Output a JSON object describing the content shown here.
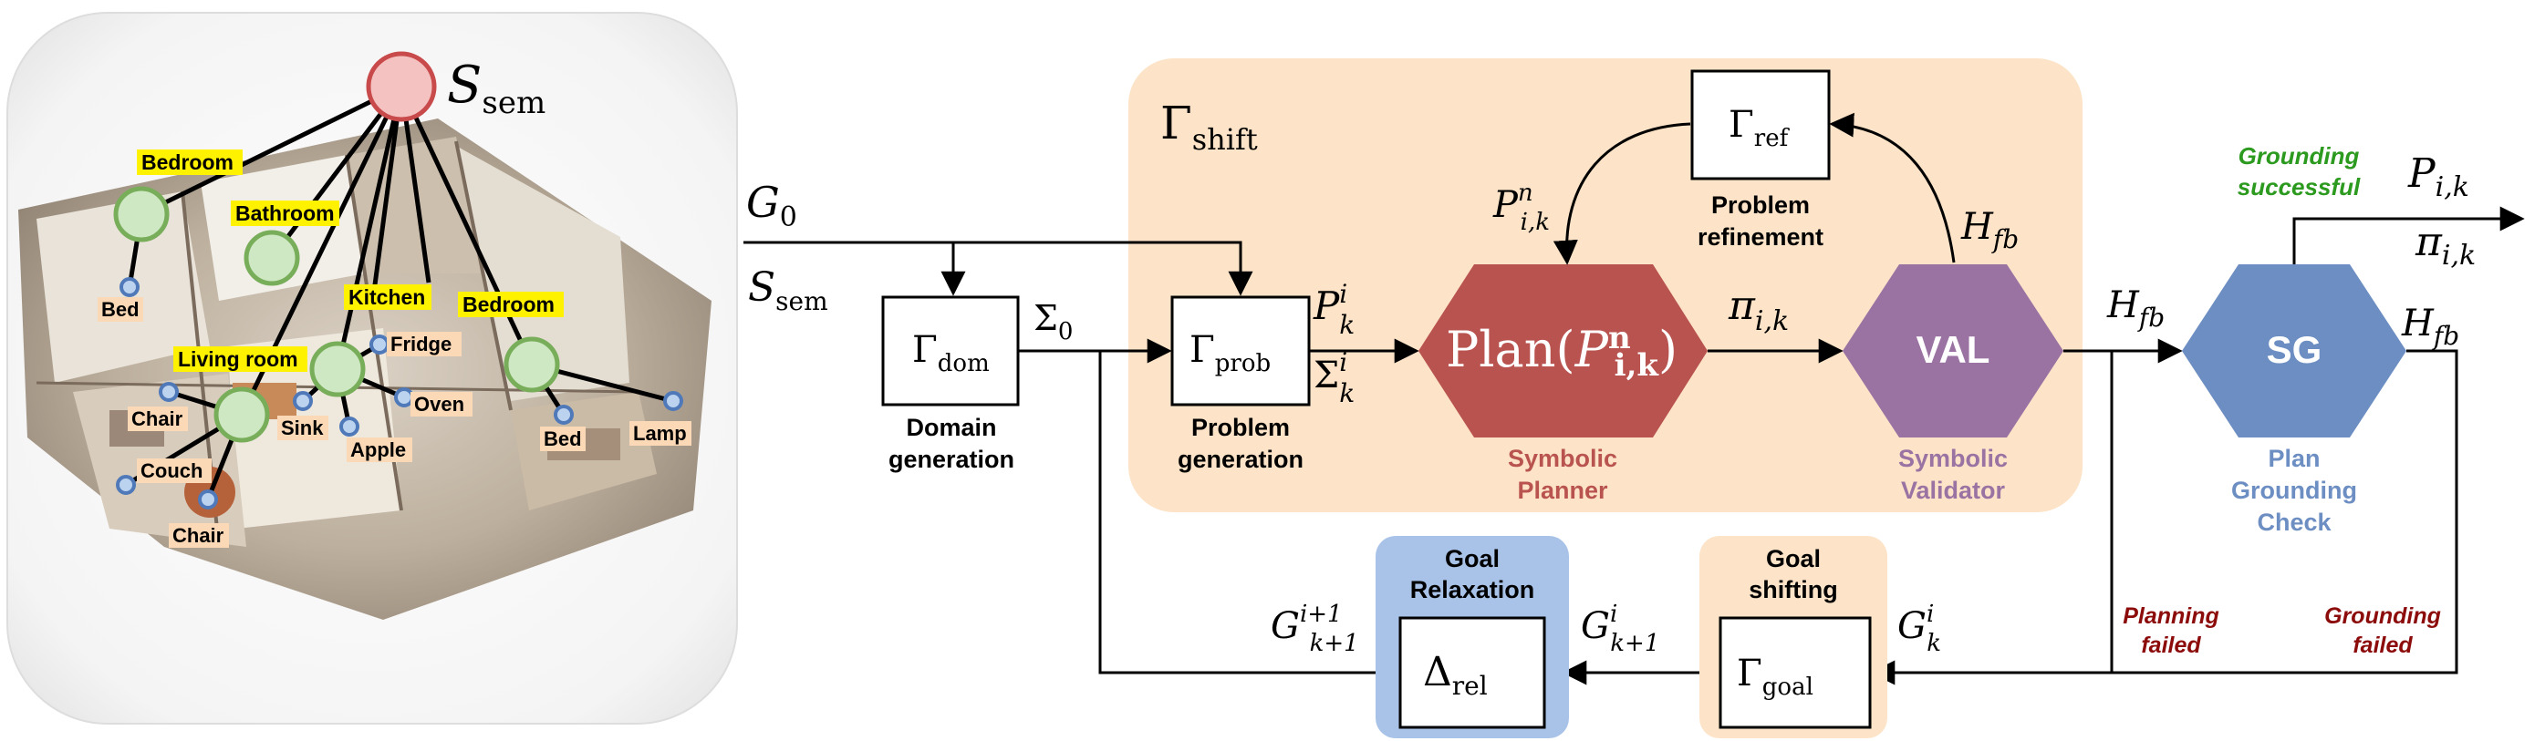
{
  "scene": {
    "root": {
      "main": "S",
      "sub": "sem"
    },
    "rooms": [
      "Bedroom",
      "Bathroom",
      "Kitchen",
      "Living room",
      "Bedroom"
    ],
    "objects": [
      "Bed",
      "Chair",
      "Couch",
      "Chair",
      "Sink",
      "Apple",
      "Fridge",
      "Oven",
      "Bed",
      "Lamp"
    ]
  },
  "inputs": {
    "goal": {
      "main": "G",
      "sub": "0"
    },
    "sem": {
      "main": "S",
      "sub": "sem"
    }
  },
  "shift_block": {
    "main": "Γ",
    "sub": "shift"
  },
  "domain": {
    "main": "Γ",
    "sub": "dom",
    "caption_line1": "Domain",
    "caption_line2": "generation",
    "out": {
      "main": "Σ",
      "sub": "0"
    }
  },
  "problem": {
    "main": "Γ",
    "sub": "prob",
    "caption_line1": "Problem",
    "caption_line2": "generation",
    "out_p": {
      "main": "P",
      "sup": "i",
      "sub": "k"
    },
    "out_s": {
      "main": "Σ",
      "sup": "i",
      "sub": "k"
    }
  },
  "planner": {
    "text": "Plan(",
    "p_main": "P",
    "p_sup": "n",
    "p_sub": "i,k",
    "close": ")",
    "caption_line1": "Symbolic",
    "caption_line2": "Planner",
    "out": {
      "main": "π",
      "sub": "i,k"
    }
  },
  "refinement": {
    "main": "Γ",
    "sub": "ref",
    "caption_line1": "Problem",
    "caption_line2": "refinement",
    "in": {
      "main": "H",
      "sub": "fb"
    },
    "out": {
      "main": "P",
      "sup": "n",
      "sub": "i,k"
    }
  },
  "validator": {
    "text": "VAL",
    "caption_line1": "Symbolic",
    "caption_line2": "Validator",
    "out": {
      "main": "H",
      "sub": "fb"
    }
  },
  "grounding": {
    "text": "SG",
    "caption_line1": "Plan",
    "caption_line2": "Grounding",
    "caption_line3": "Check",
    "success_line1": "Grounding",
    "success_line2": "successful",
    "out_p": {
      "main": "P",
      "sub": "i,k"
    },
    "out_pi": {
      "main": "π",
      "sub": "i,k"
    },
    "fb": {
      "main": "H",
      "sub": "fb"
    }
  },
  "failures": {
    "planning_line1": "Planning",
    "planning_line2": "failed",
    "grounding_line1": "Grounding",
    "grounding_line2": "failed"
  },
  "goal_shift": {
    "title_line1": "Goal",
    "title_line2": "shifting",
    "main": "Γ",
    "sub": "goal",
    "in": {
      "main": "G",
      "sup": "i",
      "sub": "k"
    }
  },
  "goal_relax": {
    "title_line1": "Goal",
    "title_line2": "Relaxation",
    "main": "Δ",
    "sub": "rel",
    "in": {
      "main": "G",
      "sup": "i",
      "sub": "k+1"
    },
    "out": {
      "main": "G",
      "sup": "i+1",
      "sub": "k+1"
    }
  },
  "colors": {
    "shift_bg": "#fde4c8",
    "planner": "#b9534f",
    "validator": "#9a73a3",
    "grounding": "#6c8ec2",
    "relax_bg": "#a9c3e8",
    "success": "#2b9a1f",
    "failure": "#8c0b0b",
    "room_node": "#cfe8c4",
    "root_node": "#f5c2c2"
  }
}
